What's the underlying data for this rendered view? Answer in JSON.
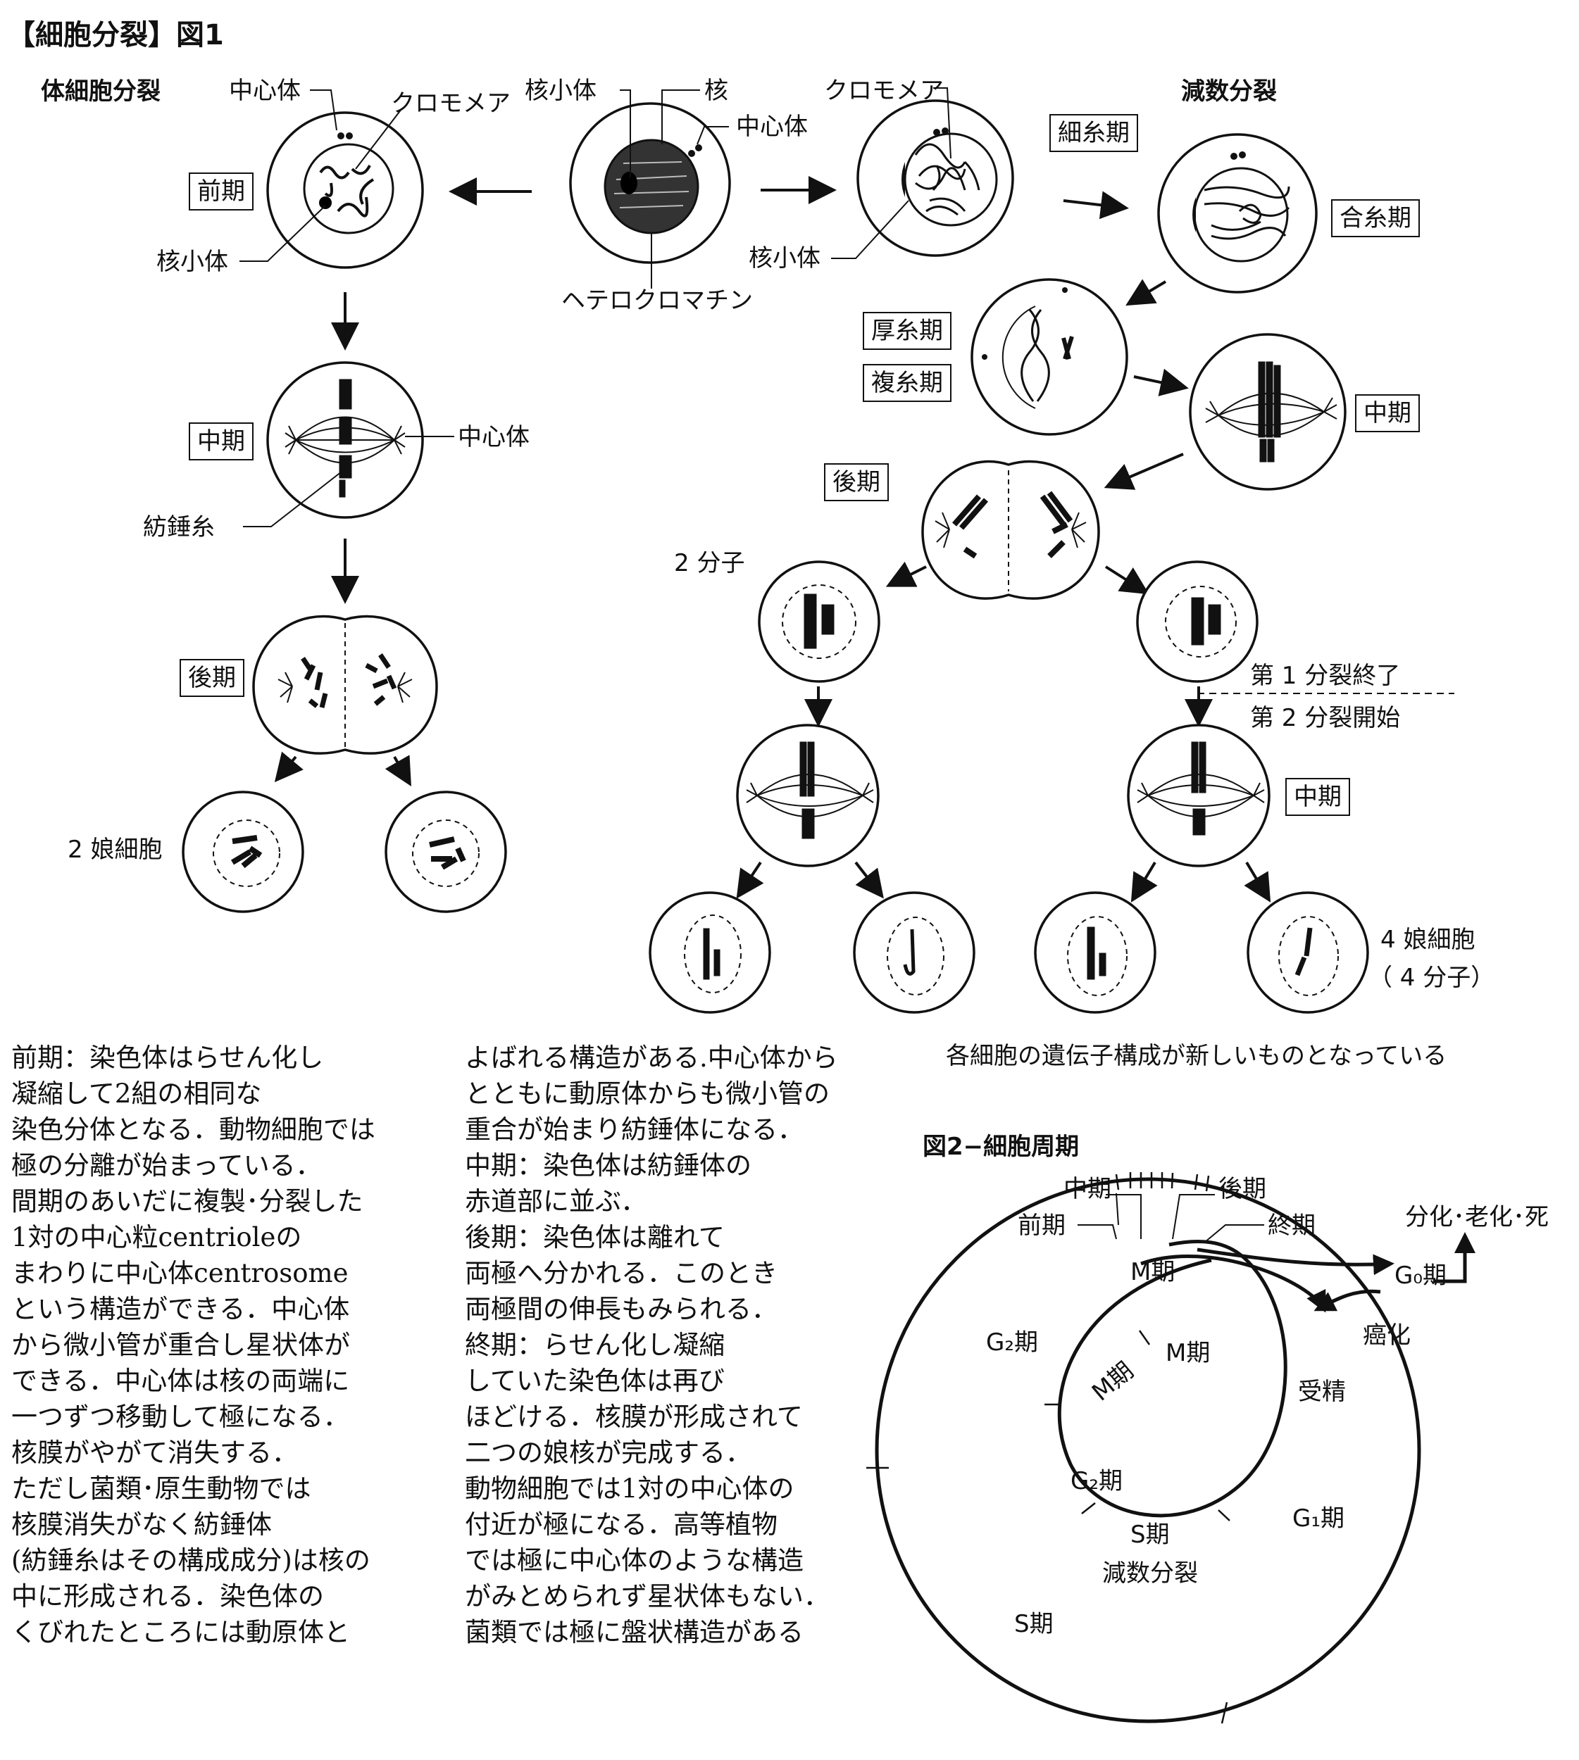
{
  "figure1": {
    "title": "【細胞分裂】図1",
    "mitosis_label": "体細胞分裂",
    "meiosis_label": "減数分裂",
    "center": {
      "nucleolus": "核小体",
      "nucleus": "核",
      "centrosome": "中心体",
      "heterochromatin": "ヘテロクロマチン"
    },
    "mitosis": {
      "centrosome_top": "中心体",
      "chromomere": "クロモメア",
      "prophase": "前期",
      "nucleolus": "核小体",
      "metaphase": "中期",
      "centrosome_side": "中心体",
      "spindle": "紡錘糸",
      "anaphase": "後期",
      "daughters": "2 娘細胞"
    },
    "meiosis": {
      "chromomere": "クロモメア",
      "leptotene": "細糸期",
      "nucleolus": "核小体",
      "zygotene": "合糸期",
      "pachytene": "厚糸期",
      "diplotene": "複糸期",
      "metaphase1": "中期",
      "anaphase1": "後期",
      "two_molecules": "2 分子",
      "end_first": "第 1 分裂終了",
      "start_second": "第 2 分裂開始",
      "metaphase2": "中期",
      "four_daughters": "4 娘細胞",
      "four_molecules": "（ 4 分子）",
      "caption": "各細胞の遺伝子構成が新しいものとなっている"
    }
  },
  "text_col1": [
    "前期：染色体はらせん化し",
    "凝縮して2組の相同な",
    "染色分体となる．動物細胞では",
    "極の分離が始まっている．",
    "間期のあいだに複製･分裂した",
    "1対の中心粒centrioleの",
    "まわりに中心体centrosome",
    "という構造ができる．中心体",
    "から微小管が重合し星状体が",
    "できる．中心体は核の両端に",
    "一つずつ移動して極になる．",
    "核膜がやがて消失する．",
    "ただし菌類･原生動物では",
    "核膜消失がなく紡錘体",
    "(紡錘糸はその構成成分)は核の",
    "中に形成される．染色体の",
    "くびれたところには動原体と"
  ],
  "text_col2": [
    "よばれる構造がある.中心体から",
    "とともに動原体からも微小管の",
    "重合が始まり紡錘体になる．",
    "中期：染色体は紡錘体の",
    "赤道部に並ぶ．",
    "後期：染色体は離れて",
    "両極へ分かれる．このとき",
    "両極間の伸長もみられる．",
    "終期：らせん化し凝縮",
    "していた染色体は再び",
    "ほどける．核膜が形成されて",
    "二つの娘核が完成する．",
    "動物細胞では1対の中心体の",
    "付近が極になる．高等植物",
    "では極に中心体のような構造",
    "がみとめられず星状体もない．",
    "菌類では極に盤状構造がある"
  ],
  "figure2": {
    "title": "図2−細胞周期",
    "metaphase": "中期",
    "anaphase": "後期",
    "prophase": "前期",
    "telophase": "終期",
    "m_phase_outer": "M期",
    "differentiation": "分化･老化･死",
    "g0": "G₀期",
    "cancer": "癌化",
    "g2_outer": "G₂期",
    "m_phase_inner1": "M期",
    "m_phase_inner2": "M期",
    "fertilization": "受精",
    "g2_inner": "G₂期",
    "s_inner": "S期",
    "g1": "G₁期",
    "meiosis": "減数分裂",
    "s_outer": "S期"
  }
}
